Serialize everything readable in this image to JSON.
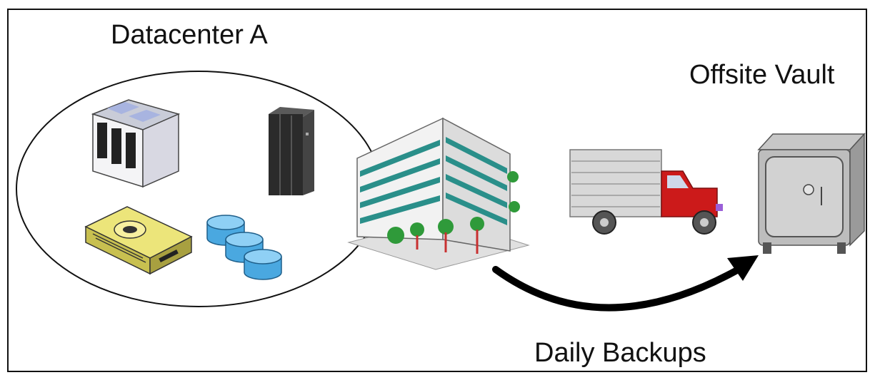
{
  "labels": {
    "datacenter": "Datacenter A",
    "vault": "Offsite Vault",
    "backups": "Daily Backups"
  },
  "icons": [
    "mainframe-icon",
    "server-rack-icon",
    "tape-drive-icon",
    "database-disks-icon",
    "office-building-icon",
    "delivery-truck-icon",
    "safe-vault-icon",
    "curved-arrow-icon"
  ],
  "colors": {
    "truck_cab": "#cc1a1a",
    "disks": "#4aa8e0",
    "building_windows": "#2a8f8a",
    "tape_drive": "#e8e070"
  }
}
